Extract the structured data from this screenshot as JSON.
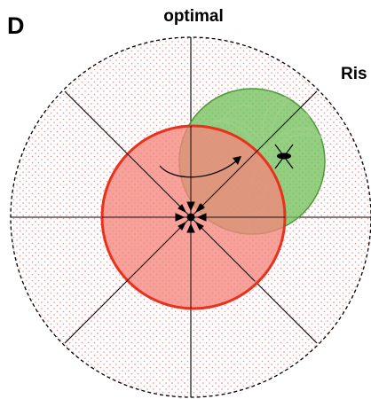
{
  "panel": {
    "letter": "D"
  },
  "labels": {
    "top": "optimal",
    "right": "Ris"
  },
  "colors": {
    "outer_dots": "#f08a8a",
    "red_fill": "#f4877c",
    "red_stroke": "#e8321e",
    "green_fill": "#74c25d",
    "green_stroke": "#4d9a3a",
    "palm": "#b7d8a8",
    "line": "#000000"
  },
  "icons": {
    "palm": "palm-tree-icon",
    "insect": "insect-icon"
  }
}
